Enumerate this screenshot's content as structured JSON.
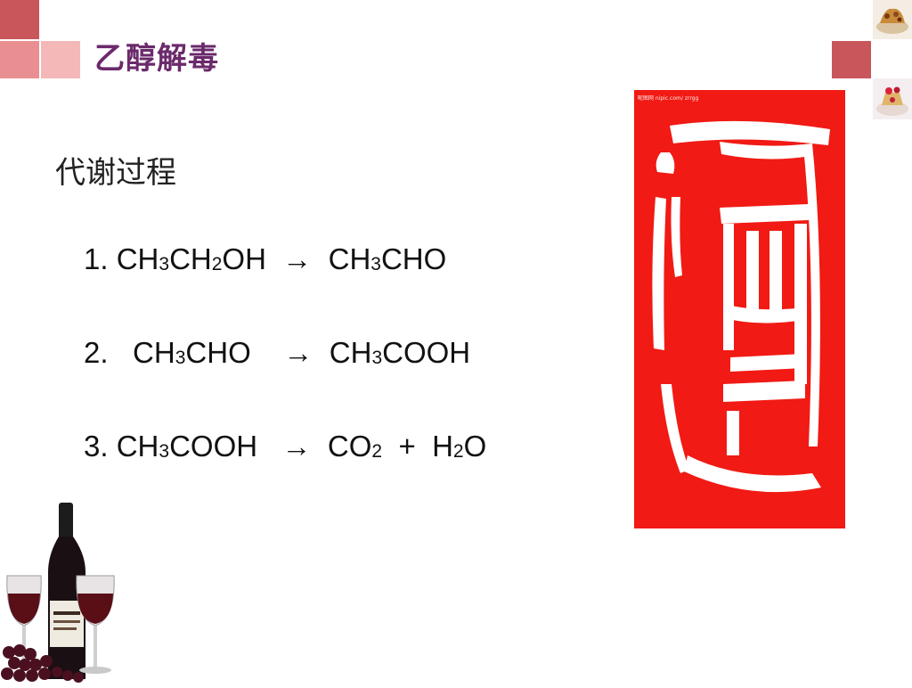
{
  "slide": {
    "title": "乙醇解毒",
    "subtitle": "代谢过程",
    "equations": [
      {
        "number": "1.",
        "reactant": [
          "CH",
          "3",
          "CH",
          "2",
          "OH"
        ],
        "arrow": "→",
        "product": [
          "CH",
          "3",
          "CHO"
        ]
      },
      {
        "number": "2.",
        "reactant": [
          "CH",
          "3",
          "CHO"
        ],
        "arrow": "→",
        "product": [
          "CH",
          "3",
          "COOH"
        ]
      },
      {
        "number": "3.",
        "reactant": [
          "CH",
          "3",
          "COOH"
        ],
        "arrow": "→",
        "product": [
          "CO",
          "2",
          "+",
          "H",
          "2",
          "O"
        ]
      }
    ],
    "seal_image": {
      "caption": "昵图网 nipic.com/ zrrgg",
      "character": "酒",
      "background_color": "#f11a14"
    },
    "decor": {
      "square_colors": [
        "#c9565b",
        "#e98f92",
        "#f4b8b8",
        "#f8d4d3"
      ],
      "wine_image": "wine-bottle-and-glasses",
      "dessert_thumbnails": [
        "dessert-thumbnail-1",
        "dessert-thumbnail-2"
      ]
    }
  }
}
